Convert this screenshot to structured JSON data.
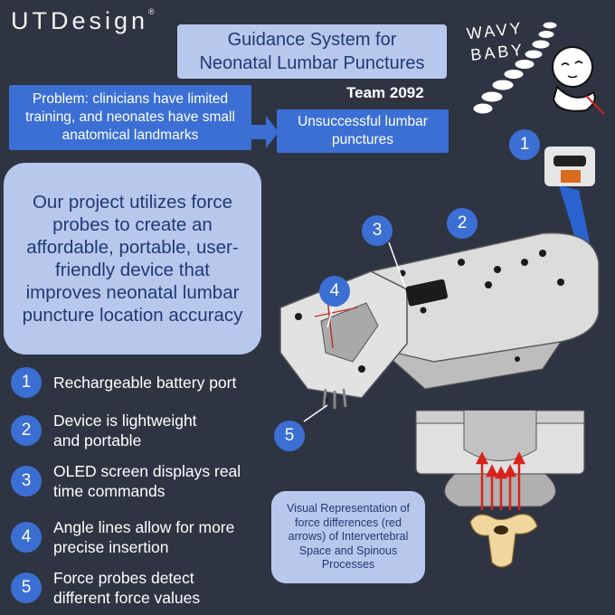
{
  "logo": {
    "text": "UTDesign",
    "mark": "®"
  },
  "wavy_logo": {
    "line1": "WAVY",
    "line2": "BABY"
  },
  "title": {
    "line1": "Guidance System for",
    "line2": "Neonatal Lumbar Punctures"
  },
  "team": "Team 2092",
  "problem": "Problem: clinicians have limited training, and neonates have small anatomical landmarks",
  "result": "Unsuccessful lumbar punctures",
  "summary": "Our project utilizes force probes to create an affordable, portable, user-friendly device that improves neonatal lumbar puncture location accuracy",
  "features": [
    {
      "num": "1",
      "line1": "Rechargeable battery port",
      "line2": ""
    },
    {
      "num": "2",
      "line1": "Device is lightweight",
      "line2": "and portable"
    },
    {
      "num": "3",
      "line1": "OLED screen displays real",
      "line2": "time commands"
    },
    {
      "num": "4",
      "line1": "Angle lines allow for more",
      "line2": "precise insertion"
    },
    {
      "num": "5",
      "line1": "Force probes detect",
      "line2": "different force values"
    }
  ],
  "callouts": [
    "1",
    "2",
    "3",
    "4",
    "5"
  ],
  "visual_caption": "Visual Representation of force differences (red arrows) of Intervertebral Space and Spinous Processes",
  "colors": {
    "background": "#2f3442",
    "accent_blue": "#3b6fd4",
    "light_blue": "#b8c8ec",
    "dark_text": "#1f3a74",
    "arrow_red": "#d9231d"
  }
}
